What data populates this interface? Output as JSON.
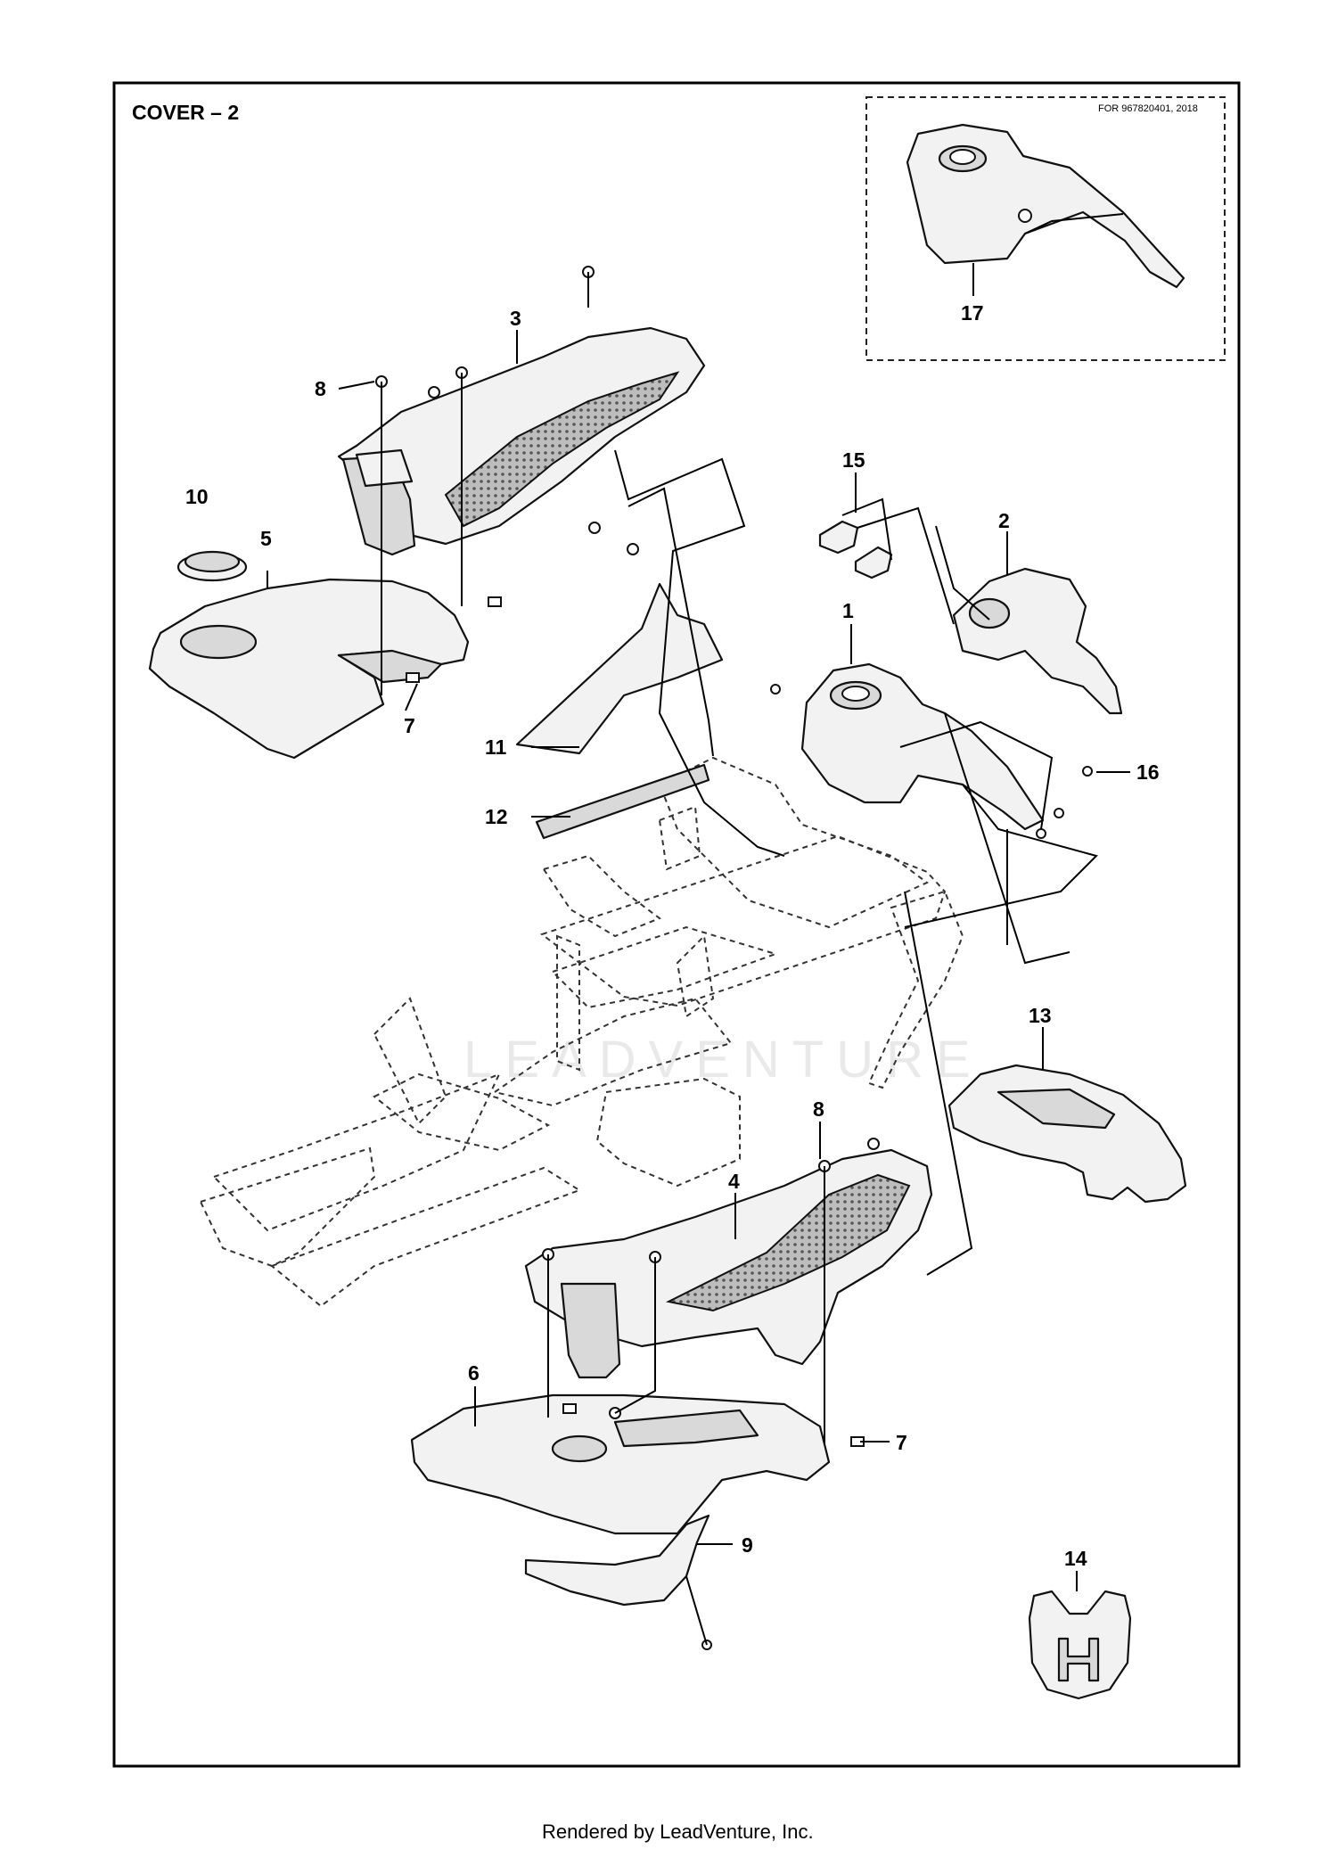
{
  "title": "COVER – 2",
  "inset": {
    "note": "FOR 967820401, 2018",
    "part_number": "17"
  },
  "watermark": "LEADVENTURE",
  "callouts": {
    "c1": "1",
    "c2": "2",
    "c3": "3",
    "c4": "4",
    "c5": "5",
    "c6": "6",
    "c7a": "7",
    "c7b": "7",
    "c8a": "8",
    "c8b": "8",
    "c9": "9",
    "c10": "10",
    "c11": "11",
    "c12": "12",
    "c13": "13",
    "c14": "14",
    "c15": "15",
    "c16": "16"
  },
  "footer": "Rendered by LeadVenture, Inc."
}
